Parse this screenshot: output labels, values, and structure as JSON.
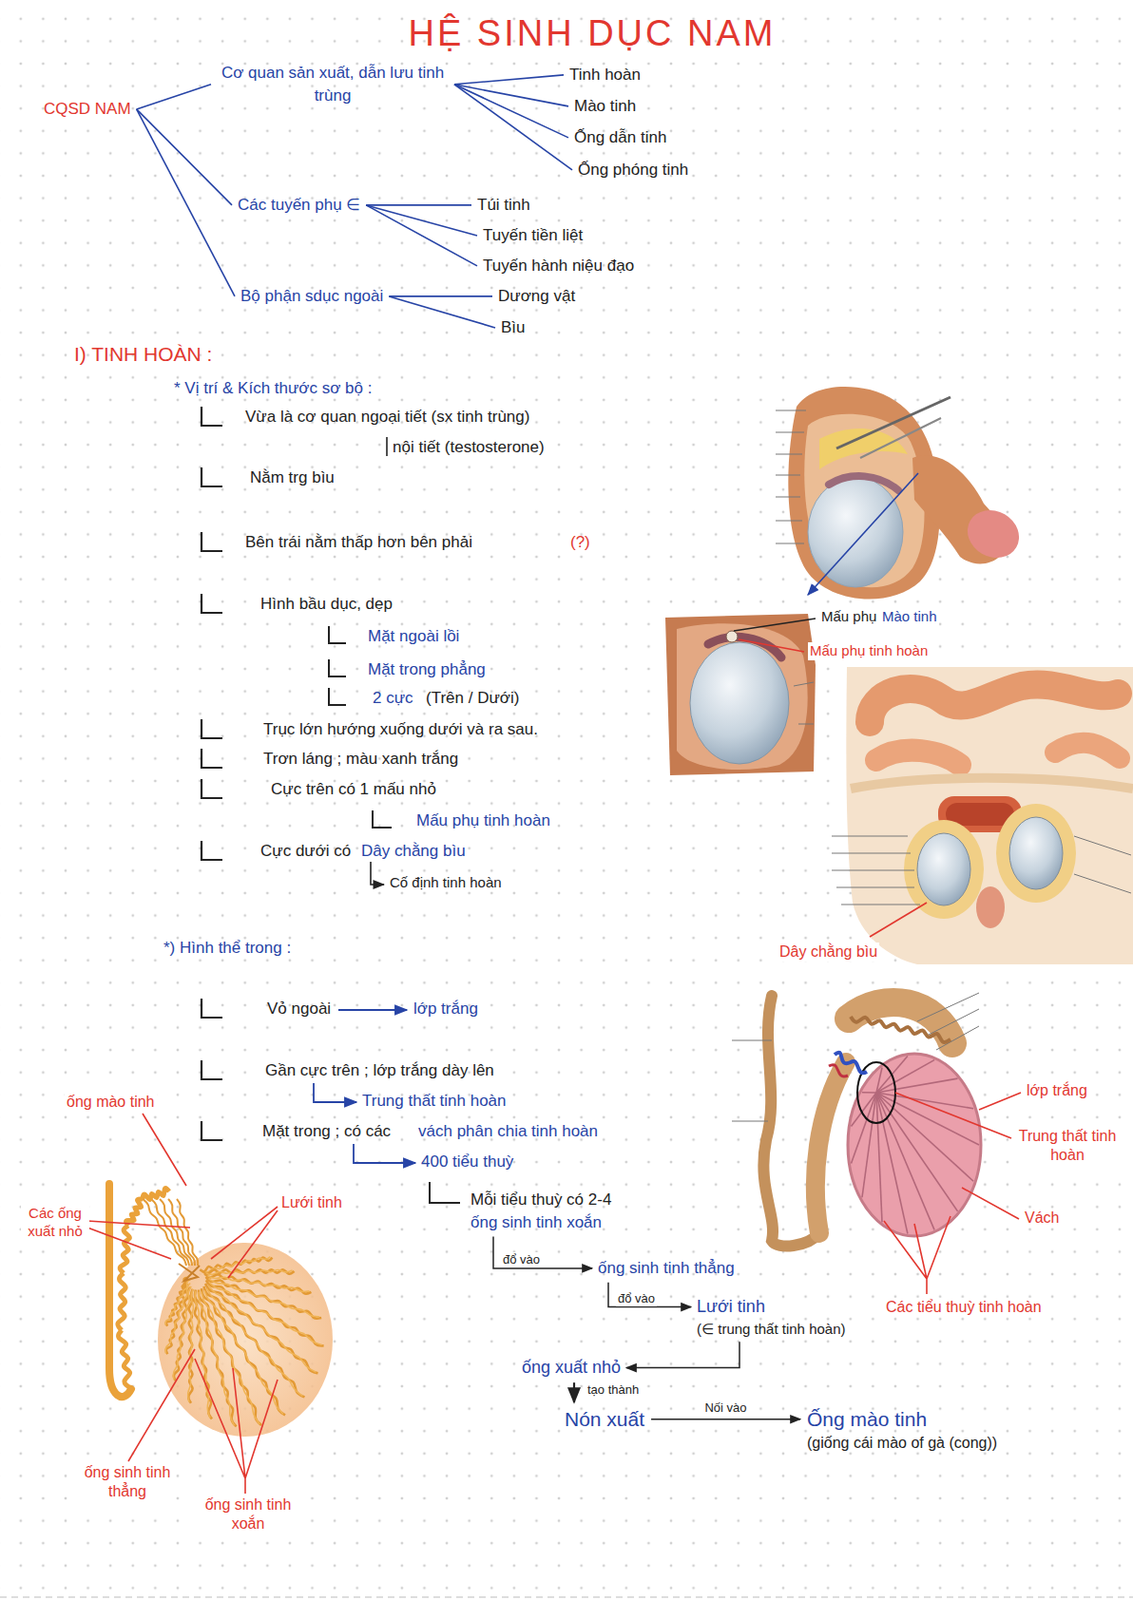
{
  "diagram": {
    "title": "HỆ SINH DỤC NAM",
    "nodes": [
      {
        "text": [
          "CQSD NAM"
        ]
      },
      {
        "text": [
          "Cơ quan sản xuất, dẫn lưu tinh trùng"
        ]
      },
      {
        "text": [
          "Các tuyến phụ ∈"
        ]
      },
      {
        "text": [
          "Bộ phận sdục ngoài"
        ]
      },
      {
        "text": [
          "Tinh hoàn"
        ]
      },
      {
        "text": [
          "Mào tinh"
        ]
      },
      {
        "text": [
          "Ống dẫn tinh"
        ]
      },
      {
        "text": [
          "Ống phóng tinh"
        ]
      },
      {
        "text": [
          "Túi tinh"
        ]
      },
      {
        "text": [
          "Tuyến tiền liệt"
        ]
      },
      {
        "text": [
          "Tuyến hành niệu đạo"
        ]
      },
      {
        "text": [
          "Dương vật"
        ]
      },
      {
        "text": [
          "Bìu"
        ]
      },
      {
        "text": [
          "Mỗi tiểu thuỳ có 2-4",
          "ống sinh tinh xoắn"
        ]
      },
      {
        "text": [
          "ống sinh tinh thẳng"
        ]
      },
      {
        "text": [
          "Lưới tinh",
          "(∈ trung thất tinh hoàn)"
        ]
      },
      {
        "text": [
          "ống xuất nhỏ"
        ]
      },
      {
        "text": [
          "Nón xuất"
        ]
      },
      {
        "text": [
          "Ống mào tinh",
          "(giống cái mào of gà (cong))"
        ]
      }
    ],
    "edges": [
      {
        "from": 0,
        "to": 1,
        "arrow": "none"
      },
      {
        "from": 0,
        "to": 2,
        "arrow": "none"
      },
      {
        "from": 0,
        "to": 3,
        "arrow": "none"
      },
      {
        "from": 1,
        "to": 4,
        "arrow": "none"
      },
      {
        "from": 1,
        "to": 5,
        "arrow": "none"
      },
      {
        "from": 1,
        "to": 6,
        "arrow": "none"
      },
      {
        "from": 1,
        "to": 7,
        "arrow": "none"
      },
      {
        "from": 2,
        "to": 8,
        "arrow": "none"
      },
      {
        "from": 2,
        "to": 9,
        "arrow": "none"
      },
      {
        "from": 2,
        "to": 10,
        "arrow": "none"
      },
      {
        "from": 3,
        "to": 11,
        "arrow": "none"
      },
      {
        "from": 3,
        "to": 12,
        "arrow": "none"
      },
      {
        "from": 13,
        "to": 14,
        "label": "đổ vào",
        "arrow": "to"
      },
      {
        "from": 14,
        "to": 15,
        "label": "đổ vào",
        "arrow": "to"
      },
      {
        "from": 15,
        "to": 16,
        "arrow": "to"
      },
      {
        "from": 16,
        "to": 17,
        "label": "tạo thành",
        "arrow": "to"
      },
      {
        "from": 17,
        "to": 18,
        "label": "Nối vào",
        "arrow": "to"
      }
    ],
    "labels": [
      "I) TINH HOÀN :",
      "* Vị trí & Kích thước sơ bộ :",
      "Vừa là cơ quan ngoại tiết (sx tinh trùng)",
      "nội tiết (testosterone)",
      "Nằm trg bìu",
      "Bên trái nằm thấp hơn bên phải",
      "(?)",
      "Hình bầu dục, dẹp",
      "Mặt ngoài lồi",
      "Mặt trong phẳng",
      "2 cực",
      "(Trên / Dưới)",
      "Trục lớn hướng xuống dưới và ra sau.",
      "Trơn láng ; màu xanh trắng",
      "Cực trên có 1 mấu nhỏ",
      "Mấu phụ tinh hoàn",
      "Cực dưới có",
      "Dây chằng bìu",
      "Cố định tinh hoàn",
      "*) Hình thể trong :",
      "Vỏ ngoài",
      "lớp trắng",
      "Gần cực trên ; lớp trắng dày lên",
      "Trung thất tinh hoàn",
      "Mặt trong ; có các",
      "vách phân chia tinh hoàn",
      "400 tiểu thuỳ",
      "Mấu phụ",
      "Mào tinh",
      "Mấu phụ tinh hoàn",
      "Dây chằng bìu",
      "lớp trắng",
      "Trung thất tinh hoàn",
      "Vách",
      "Các tiểu thuỳ tinh hoàn",
      "ống mào tinh",
      "Các ống xuất nhỏ",
      "Lưới tinh",
      "ống sinh tinh thẳng",
      "ống sinh tinh xoắn"
    ]
  }
}
